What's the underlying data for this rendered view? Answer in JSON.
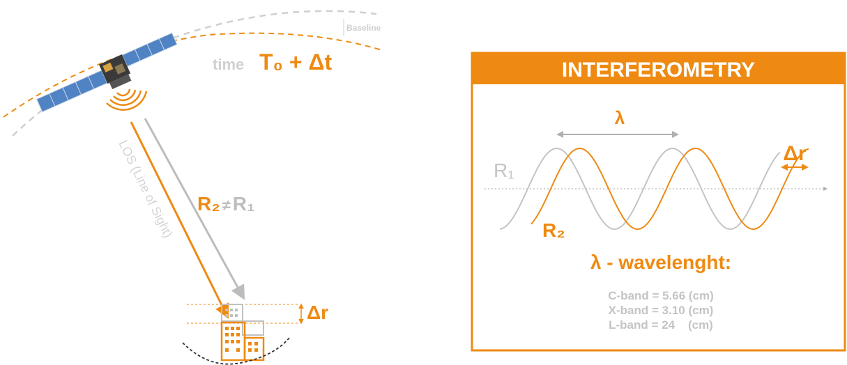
{
  "colors": {
    "orange": "#ee8a12",
    "gray": "#c4c4c4",
    "satellite_panel": "#4f83c4",
    "ground": "#333333"
  },
  "left": {
    "baseline_label": "Baseline",
    "time_prefix": "time",
    "time_value": "T₀ + Δt",
    "los_label": "LOS (Line of Sight)",
    "range_r2": "R₂",
    "range_neq": "≠",
    "range_r1": "R₁",
    "delta_r": "Δr"
  },
  "right": {
    "title": "INTERFEROMETRY",
    "lambda": "λ",
    "delta_r": "Δr",
    "r1": "R₁",
    "r2": "R₂",
    "wavelength_heading": "λ - wavelenght:",
    "bands": [
      "C-band = 5.66 (cm)",
      "X-band = 3.10 (cm)",
      "L-band = 24    (cm)"
    ]
  }
}
